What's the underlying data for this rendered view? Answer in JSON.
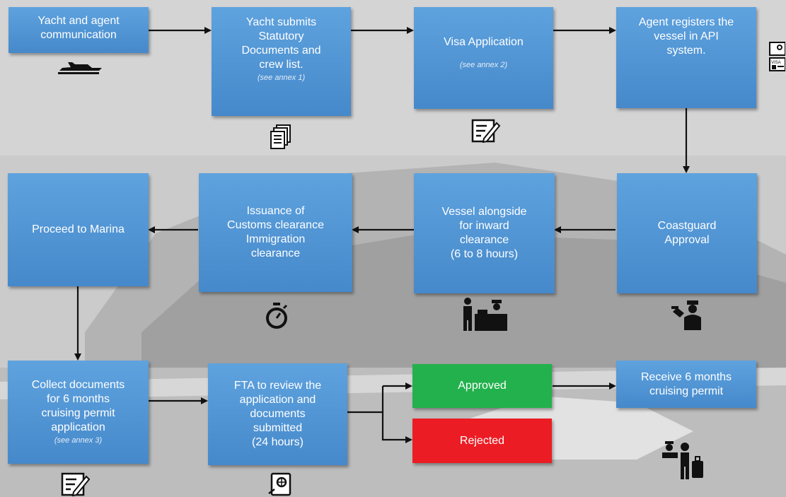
{
  "colors": {
    "box_blue": "#4f93d4",
    "approved_green": "#22b14c",
    "rejected_red": "#ec1c24",
    "arrow": "#111111"
  },
  "boxes": {
    "yacht_agent": {
      "lines": [
        "Yacht and agent",
        "communication"
      ]
    },
    "statutory": {
      "lines": [
        "Yacht submits",
        "Statutory",
        "Documents and",
        "crew list."
      ],
      "note": "(see annex 1)"
    },
    "visa": {
      "lines": [
        "Visa Application"
      ],
      "note": "(see annex 2)"
    },
    "agent_registers": {
      "lines": [
        "Agent registers the",
        "vessel in API",
        "system."
      ]
    },
    "coastguard": {
      "lines": [
        "Coastguard",
        "Approval"
      ]
    },
    "vessel_alongside": {
      "lines": [
        "Vessel alongside",
        "for inward",
        "clearance",
        "(6 to 8 hours)"
      ]
    },
    "issuance": {
      "lines": [
        "Issuance of",
        "Customs clearance",
        "Immigration",
        "clearance"
      ]
    },
    "marina": {
      "lines": [
        "Proceed to Marina"
      ]
    },
    "collect": {
      "lines": [
        "Collect documents",
        "for 6 months",
        "cruising permit",
        "application"
      ],
      "note": "(see annex 3)"
    },
    "fta": {
      "lines": [
        "FTA to review the",
        "application and",
        "documents",
        "submitted",
        "(24 hours)"
      ]
    },
    "approved": {
      "lines": [
        "Approved"
      ]
    },
    "rejected": {
      "lines": [
        "Rejected"
      ]
    },
    "receive": {
      "lines": [
        "Receive 6 months",
        "cruising permit"
      ]
    }
  },
  "icons": [
    "yacht-icon",
    "documents-icon",
    "form-edit-icon",
    "visa-id-icon",
    "officer-stamp-icon",
    "customs-counter-icon",
    "stopwatch-icon",
    "form-edit-icon",
    "passport-icon",
    "traveler-icon"
  ]
}
